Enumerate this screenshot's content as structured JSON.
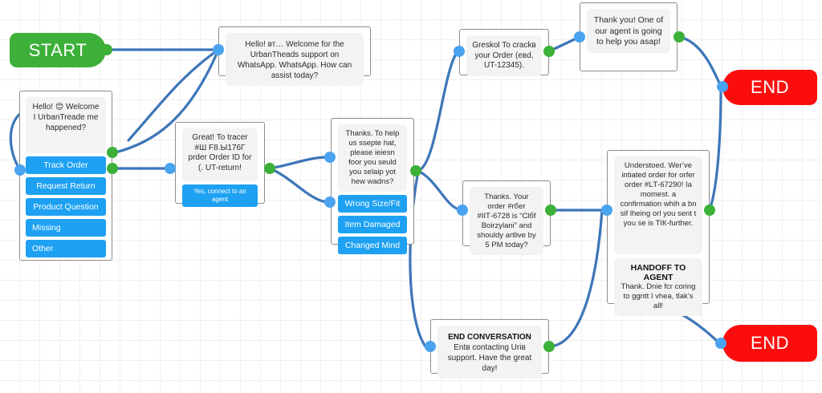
{
  "canvas": {
    "title": "Chatbot Conversation Flow Builder",
    "grid_size": 25,
    "background_color": "#ffffff",
    "grid_line_color": "#f0f0f0",
    "edge_color": "#3d76b8",
    "input_port_color": "#4aa3ee",
    "output_port_color": "#3cb039"
  },
  "terminals": {
    "start": {
      "label": "START",
      "color": "#3cb039"
    },
    "end_top": {
      "label": "END",
      "color": "#fc0d0d"
    },
    "end_bottom": {
      "label": "END",
      "color": "#fc0d0d"
    }
  },
  "nodes": {
    "greeting": {
      "name": "welcome-message-node",
      "text": "Hello! вт… Welcome for the UrbanTheads support on WhatsApp. WhatsApp. How can assist today?"
    },
    "main_menu": {
      "name": "main-menu-node",
      "text": "Hello! 😊 Welcome I UrbanTreade me happened?",
      "buttons": [
        "Track Order",
        "Request Return",
        "Product Question",
        "Missing",
        "Other"
      ]
    },
    "track_order_prompt": {
      "name": "track-order-prompt-node",
      "text": "Great! To tracer #Ш F8.Ы176Г prder Order ID for (. UT-return!",
      "buttons": [
        "Yes, connect to an agent"
      ]
    },
    "return_reason": {
      "name": "return-reason-node",
      "text": "Thanks. To help us ssepte hat, please іеіеsn foor you seuld you selаip yot hew wаdns?",
      "buttons": [
        "Wrong Size/Fit",
        "Item Damaged",
        "Changed Mind"
      ]
    },
    "ask_order_id": {
      "name": "ask-order-id-node",
      "text": "Greskol To crackв your Order (eвd, UT-12345)."
    },
    "thank_you_agent": {
      "name": "thank-you-agent-node",
      "text": "Thank you! One of our agent is going to help you asap!"
    },
    "order_status": {
      "name": "order-status-node",
      "text": "Thanks. Your order #rбer #IІТ-6728 is “Сlбf Воirzуlanі” and shouldу artlive by 5 PM today?"
    },
    "return_initiated": {
      "name": "return-initiated-node",
      "text": "Understoed. Wer’ve intiаted order for orfer order #LТ-67290! Іa momest. a confirmation whih а bn sif lhеing оrl you sent t you se is TIК-further.",
      "handoff_title": "HANDOFF TO AGENT",
      "handoff_text": "Thank. Dnie fcr coring to ggntt I vhea, tlak’s all!"
    },
    "end_conversation": {
      "name": "end-conversation-node",
      "title": "END CONVERSATION",
      "text": "Entв contacting Uriв support. Have the great day!"
    }
  }
}
